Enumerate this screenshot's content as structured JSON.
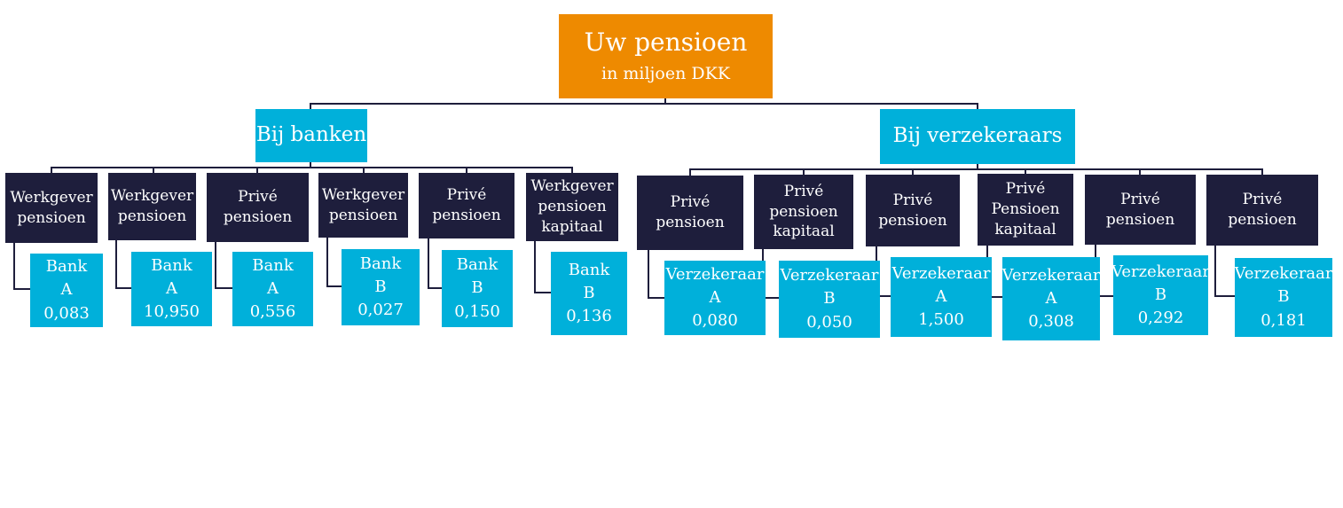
{
  "root": {
    "title": "Uw pensioen",
    "subtitle": "in miljoen DKK",
    "color": "#ee8a00"
  },
  "colors": {
    "category": "#00b0da",
    "type": "#1e1e3c",
    "connector": "#1e1e3c"
  },
  "banks": {
    "label": "Bij banken",
    "items": [
      {
        "type": [
          "Werkgever",
          "pensioen"
        ],
        "provider": [
          "Bank",
          "A"
        ],
        "value": "0,083"
      },
      {
        "type": [
          "Werkgever",
          "pensioen"
        ],
        "provider": [
          "Bank",
          "A"
        ],
        "value": "10,950"
      },
      {
        "type": [
          "Privé",
          "pensioen"
        ],
        "provider": [
          "Bank",
          "A"
        ],
        "value": "0,556"
      },
      {
        "type": [
          "Werkgever",
          "pensioen"
        ],
        "provider": [
          "Bank",
          "B"
        ],
        "value": "0,027"
      },
      {
        "type": [
          "Privé",
          "pensioen"
        ],
        "provider": [
          "Bank",
          "B"
        ],
        "value": "0,150"
      },
      {
        "type": [
          "Werkgever",
          "pensioen",
          "kapitaal"
        ],
        "provider": [
          "Bank",
          "B"
        ],
        "value": "0,136"
      }
    ]
  },
  "insurers": {
    "label": "Bij verzekeraars",
    "items": [
      {
        "type": [
          "Privé",
          "pensioen"
        ],
        "provider": [
          "Verzekeraar",
          "A"
        ],
        "value": "0,080"
      },
      {
        "type": [
          "Privé",
          "pensioen",
          "kapitaal"
        ],
        "provider": [
          "Verzekeraar",
          "B"
        ],
        "value": "0,050"
      },
      {
        "type": [
          "Privé",
          "pensioen"
        ],
        "provider": [
          "Verzekeraar",
          "A"
        ],
        "value": "1,500"
      },
      {
        "type": [
          "Privé",
          "Pensioen",
          "kapitaal"
        ],
        "provider": [
          "Verzekeraar",
          "A"
        ],
        "value": "0,308"
      },
      {
        "type": [
          "Privé",
          "pensioen"
        ],
        "provider": [
          "Verzekeraar",
          "B"
        ],
        "value": "0,292"
      },
      {
        "type": [
          "Privé",
          "pensioen"
        ],
        "provider": [
          "Verzekeraar",
          "B"
        ],
        "value": "0,181"
      }
    ]
  }
}
